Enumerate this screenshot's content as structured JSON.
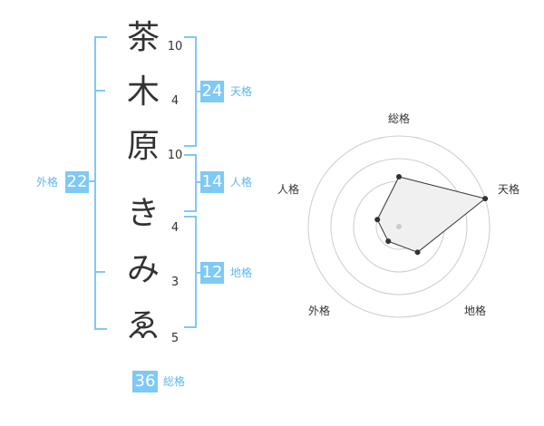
{
  "name": {
    "chars": [
      "茶",
      "木",
      "原",
      "き",
      "み",
      "ゑ"
    ],
    "strokes": [
      "10",
      "4",
      "10",
      "4",
      "3",
      "5"
    ]
  },
  "kaku": {
    "tenkaku": {
      "value": "24",
      "label": "天格"
    },
    "jinkaku": {
      "value": "14",
      "label": "人格"
    },
    "chikaku": {
      "value": "12",
      "label": "地格"
    },
    "gaikaku": {
      "value": "22",
      "label": "外格"
    },
    "soukaku": {
      "value": "36",
      "label": "総格"
    }
  },
  "chart_data": {
    "type": "radar",
    "axes": [
      "総格",
      "天格",
      "地格",
      "外格",
      "人格"
    ],
    "values": [
      0.55,
      1.0,
      0.35,
      0.2,
      0.25
    ],
    "rings": 4,
    "colors": {
      "fill": "#f0f0f0",
      "line": "#333333",
      "grid": "#cccccc",
      "center": "#cccccc"
    }
  },
  "colors": {
    "accent": "#7ec9f5",
    "accent_text": "#5bb8ee"
  }
}
